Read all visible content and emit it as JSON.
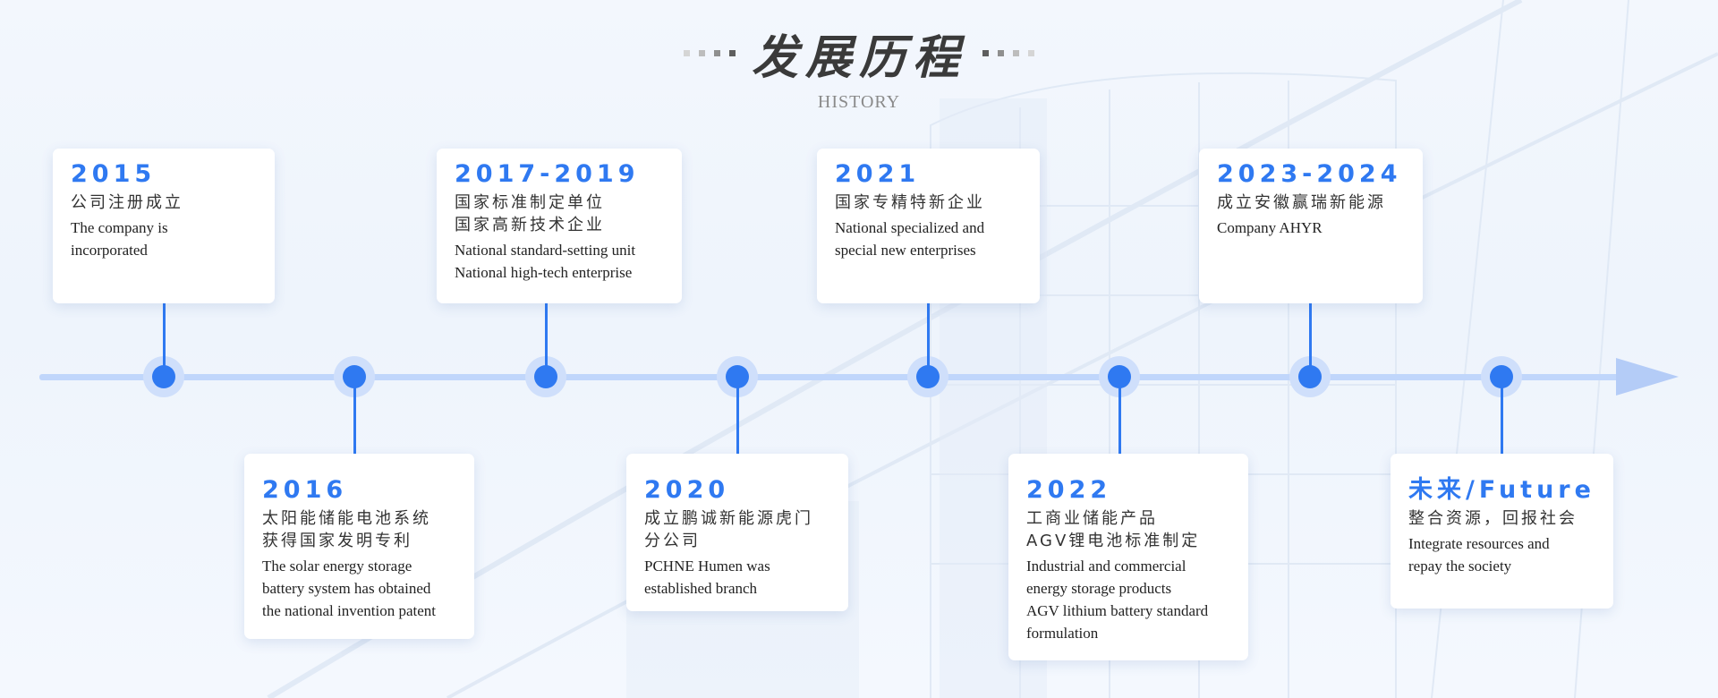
{
  "header": {
    "title": "发展历程",
    "subtitle": "HISTORY"
  },
  "colors": {
    "accent": "#2f79f1",
    "axis": "#c0d6fb",
    "node_halo": "#cfdffb",
    "title_text": "#3a3a3a"
  },
  "timeline": [
    {
      "year": "2015",
      "zh": "公司注册成立",
      "en": "The company is\nincorporated"
    },
    {
      "year": "2016",
      "zh": "太阳能储能电池系统\n获得国家发明专利",
      "en": "The solar energy storage\nbattery system has obtained\nthe national invention patent"
    },
    {
      "year": "2017-2019",
      "zh": "国家标准制定单位\n国家高新技术企业",
      "en": "National standard-setting unit\nNational high-tech enterprise"
    },
    {
      "year": "2020",
      "zh": "成立鹏诚新能源虎门\n分公司",
      "en": "PCHNE Humen was\nestablished branch"
    },
    {
      "year": "2021",
      "zh": "国家专精特新企业",
      "en": "National specialized and\nspecial new enterprises"
    },
    {
      "year": "2022",
      "zh": "工商业储能产品\nAGV锂电池标准制定",
      "en": "Industrial and commercial\nenergy storage products\nAGV lithium battery standard\nformulation"
    },
    {
      "year": "2023-2024",
      "zh": "成立安徽赢瑞新能源",
      "en": "Company AHYR"
    },
    {
      "year": "未来/Future",
      "zh": "整合资源，回报社会",
      "en": "Integrate resources and\nrepay the society"
    }
  ]
}
